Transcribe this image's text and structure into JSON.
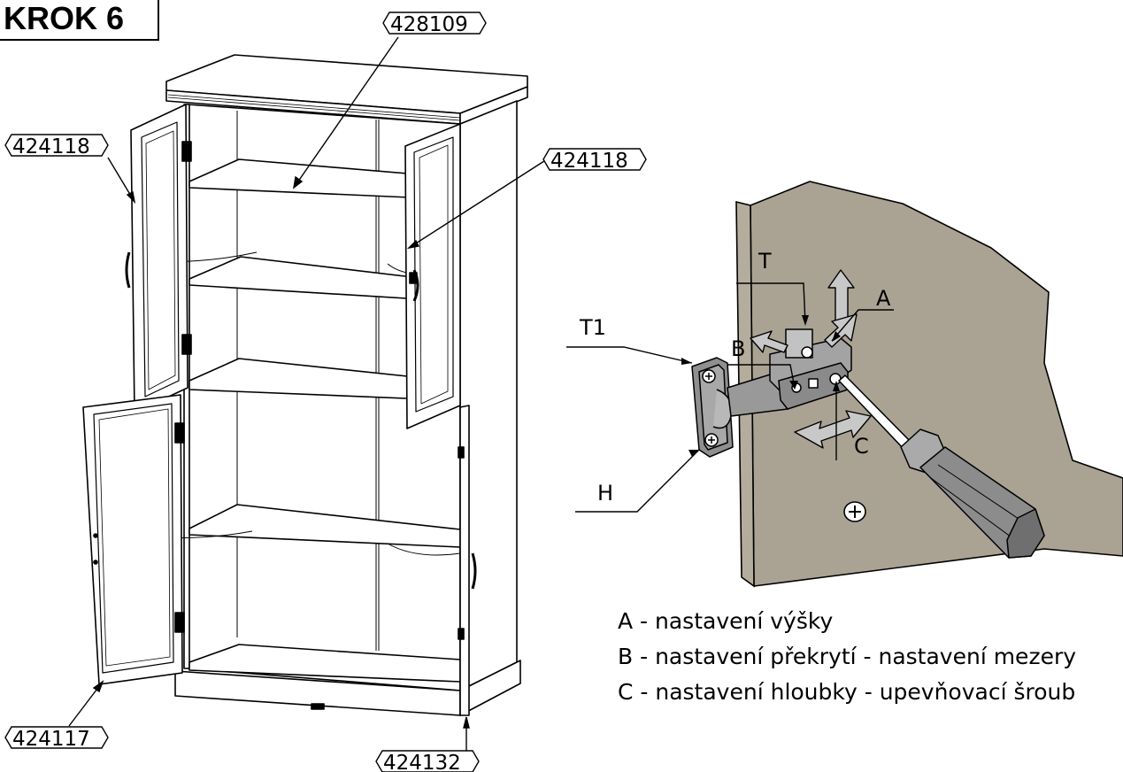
{
  "step": {
    "title": "KROK 6"
  },
  "part_tags": {
    "top_shelf": "428109",
    "door_left_upper": "424118",
    "door_right_upper": "424118",
    "door_left_lower": "424117",
    "door_right_lower": "424132"
  },
  "hinge_labels": {
    "t": "T",
    "t1": "T1",
    "a": "A",
    "b": "B",
    "c": "C",
    "h": "H"
  },
  "legend": [
    "A - nastavení výšky",
    "B - nastavení překrytí - nastavení mezery",
    "C - nastavení hloubky - upevňovací šroub"
  ],
  "colors": {
    "wall": "#aaa393",
    "hinge": "#9a9a9a",
    "line": "#000000"
  }
}
